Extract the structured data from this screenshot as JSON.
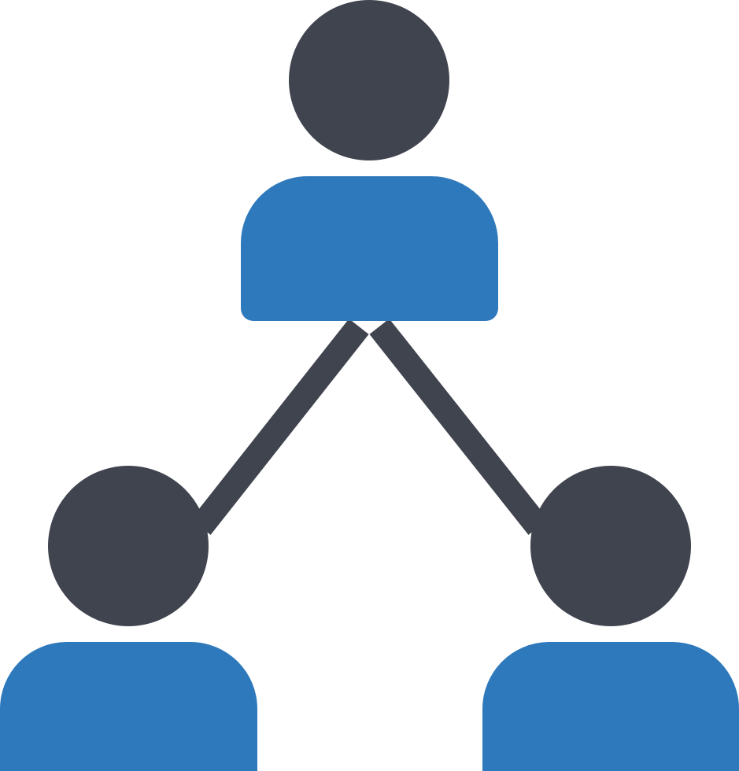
{
  "icon": {
    "name": "team-network-icon",
    "colors": {
      "background": "#ffffff",
      "head": "#40444f",
      "body": "#2e79bb",
      "link": "#40444f"
    },
    "people": [
      {
        "name": "top-person"
      },
      {
        "name": "bottom-left-person"
      },
      {
        "name": "bottom-right-person"
      }
    ]
  }
}
